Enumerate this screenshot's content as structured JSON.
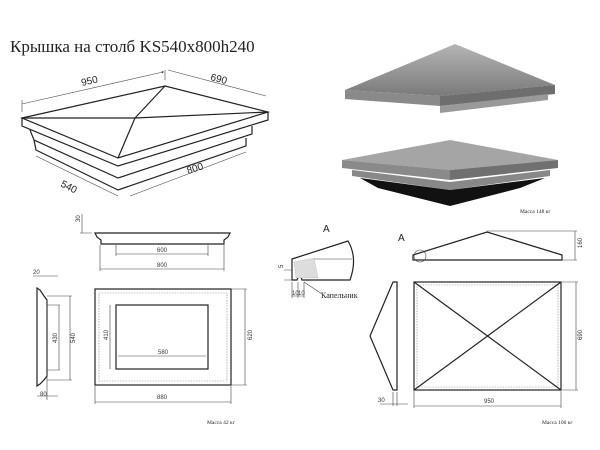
{
  "title": "Крышка на столб KS540x800h240",
  "iso_view": {
    "dims": [
      "950",
      "690",
      "540",
      "800"
    ]
  },
  "render_view": {
    "mass": "Масса 148 кг"
  },
  "base_part": {
    "profile_dims": [
      "30",
      "600",
      "800"
    ],
    "side_dims": [
      "20",
      "430",
      "540",
      "80"
    ],
    "plan_dims": [
      "410",
      "580",
      "620",
      "880"
    ],
    "mass": "Масса 42 кг"
  },
  "top_part": {
    "detail_label": "A",
    "drip_label": "Капельник",
    "detail_dims": [
      "5",
      "10",
      "10"
    ],
    "elevation_dims": [
      "160"
    ],
    "side_dims": [
      "30"
    ],
    "plan_dims": [
      "690",
      "950"
    ],
    "mass": "Масса 106 кг"
  }
}
